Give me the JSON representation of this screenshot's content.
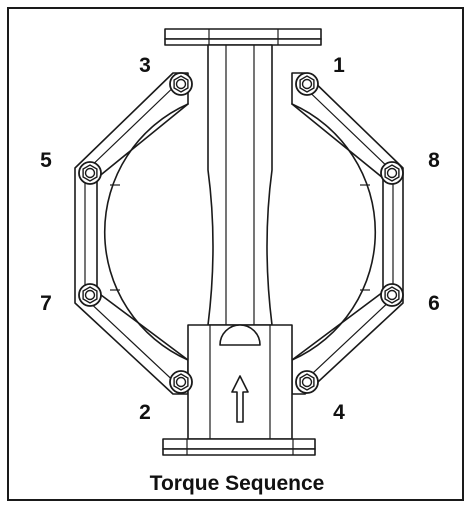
{
  "caption": "Torque Sequence",
  "bolts": [
    {
      "label": "1",
      "icon": "bolt-icon"
    },
    {
      "label": "2",
      "icon": "bolt-icon"
    },
    {
      "label": "3",
      "icon": "bolt-icon"
    },
    {
      "label": "4",
      "icon": "bolt-icon"
    },
    {
      "label": "5",
      "icon": "bolt-icon"
    },
    {
      "label": "6",
      "icon": "bolt-icon"
    },
    {
      "label": "7",
      "icon": "bolt-icon"
    },
    {
      "label": "8",
      "icon": "bolt-icon"
    }
  ],
  "flow_arrow_icon": "up-arrow-icon",
  "colors": {
    "line": "#1a1a1a",
    "background": "#ffffff"
  }
}
